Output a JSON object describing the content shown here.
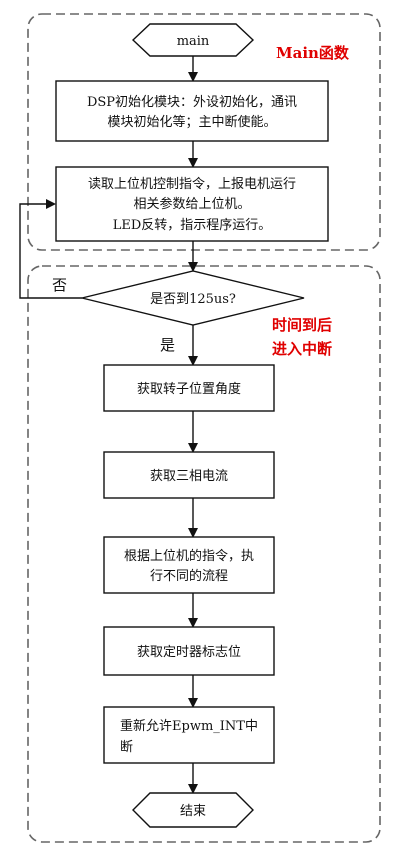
{
  "flowchart": {
    "start_label": "main",
    "end_label": "结束",
    "main_region_label": "Main函数",
    "interrupt_region_label_line1": "时间到后",
    "interrupt_region_label_line2": "进入中断",
    "init_box_line1": "DSP初始化模块：外设初始化，通讯",
    "init_box_line2": "模块初始化等；主中断使能。",
    "loop_box_line1": "读取上位机控制指令，上报电机运行",
    "loop_box_line2": "相关参数给上位机。",
    "loop_box_line3": "LED反转，指示程序运行。",
    "decision_label": "是否到125us?",
    "no_label": "否",
    "yes_label": "是",
    "step1_label": "获取转子位置角度",
    "step2_label": "获取三相电流",
    "step3_line1": "根据上位机的指令，执",
    "step3_line2": "行不同的流程",
    "step4_label": "获取定时器标志位",
    "step5_line1": "重新允许Epwm_INT中",
    "step5_line2": "断"
  }
}
